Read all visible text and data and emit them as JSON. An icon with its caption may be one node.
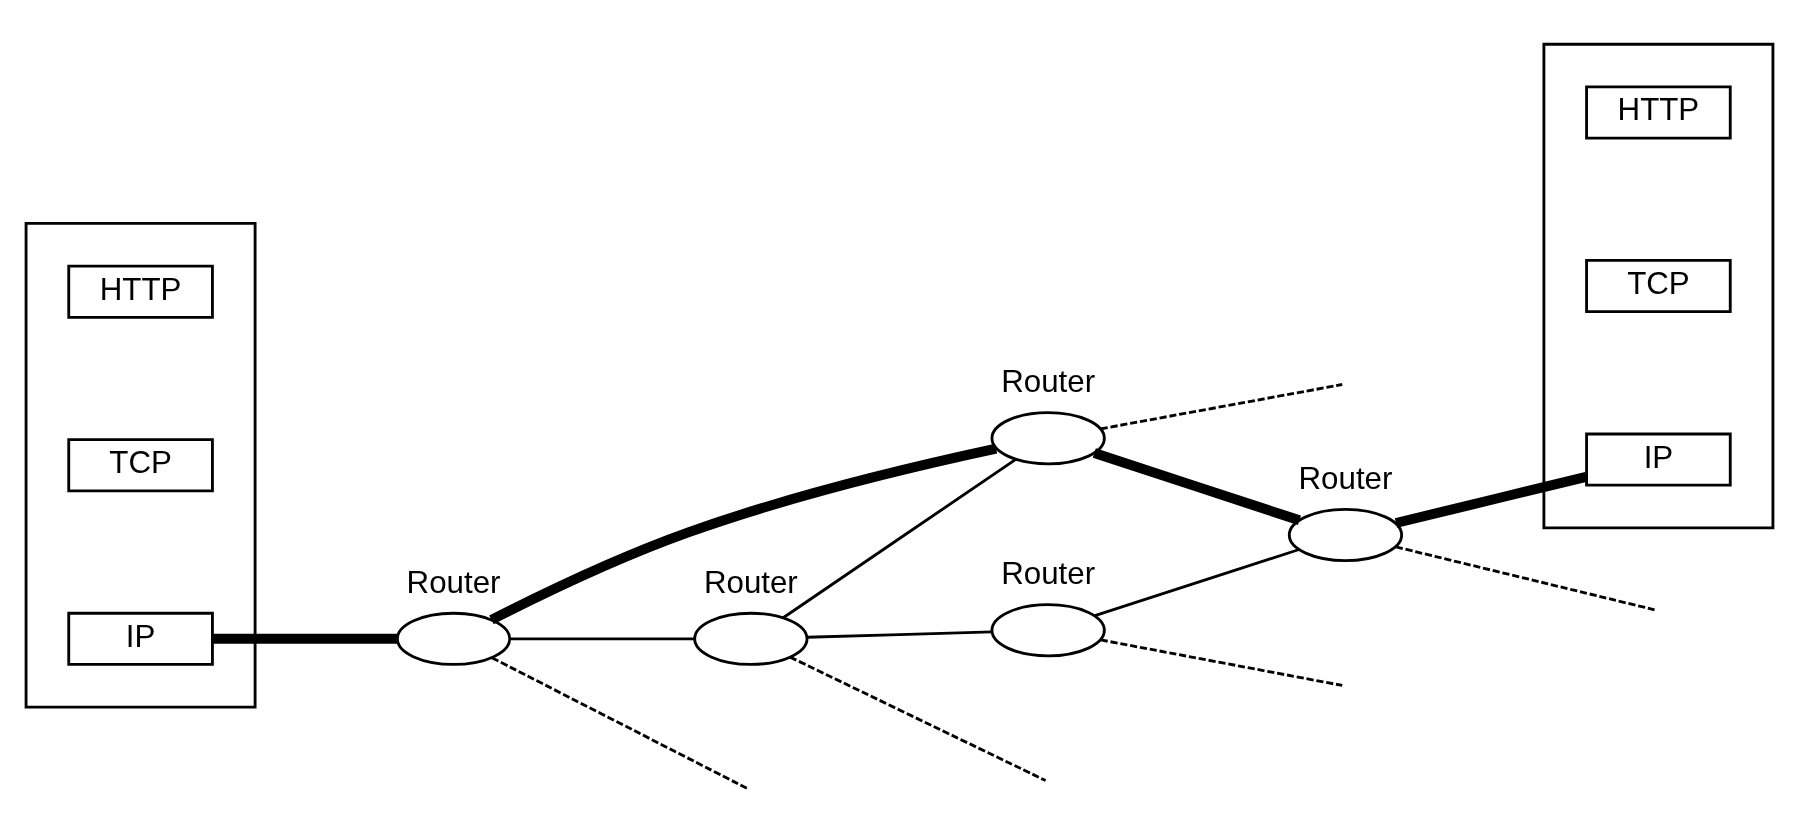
{
  "diagram": {
    "nodes": [
      {
        "text": [],
        "shape": "box"
      },
      {
        "text": [
          "HTTP"
        ],
        "in": 0
      },
      {
        "text": [
          "TCP"
        ],
        "in": 0
      },
      {
        "text": [
          "IP"
        ],
        "in": 0
      },
      {
        "text": [],
        "shape": "ellipse",
        "beside": [
          "Router"
        ]
      },
      {
        "text": [],
        "shape": "ellipse",
        "beside": [
          "Router"
        ]
      },
      {
        "text": [],
        "shape": "ellipse",
        "beside": [
          "Router"
        ]
      },
      {
        "text": [],
        "shape": "ellipse",
        "beside": [
          "Router"
        ]
      },
      {
        "text": [],
        "shape": "ellipse",
        "beside": [
          "Router"
        ]
      },
      {
        "text": [],
        "shape": "box"
      },
      {
        "text": [
          "HTTP"
        ],
        "in": 9
      },
      {
        "text": [
          "TCP"
        ],
        "in": 9
      },
      {
        "text": [
          "IP"
        ],
        "in": 9
      }
    ],
    "edges": [
      {
        "from": 3,
        "to": 4,
        "arrow": "none",
        "style": "thick"
      },
      {
        "from": 4,
        "to": 6,
        "arrow": "none",
        "style": "thick"
      },
      {
        "from": 6,
        "to": 8,
        "arrow": "none",
        "style": "thick"
      },
      {
        "from": 8,
        "to": 12,
        "arrow": "none",
        "style": "thick"
      },
      {
        "from": 4,
        "to": 5,
        "arrow": "none"
      },
      {
        "from": 5,
        "to": 6,
        "arrow": "none"
      },
      {
        "from": 5,
        "to": 7,
        "arrow": "none"
      },
      {
        "from": 7,
        "to": 8,
        "arrow": "none"
      },
      {
        "from": 4,
        "to": null,
        "arrow": "none",
        "style": "dashed"
      },
      {
        "from": 6,
        "to": null,
        "arrow": "none",
        "style": "dashed"
      },
      {
        "from": 5,
        "to": null,
        "arrow": "none",
        "style": "dashed"
      },
      {
        "from": 7,
        "to": null,
        "arrow": "none",
        "style": "dashed"
      },
      {
        "from": 8,
        "to": null,
        "arrow": "none",
        "style": "dashed"
      }
    ]
  }
}
